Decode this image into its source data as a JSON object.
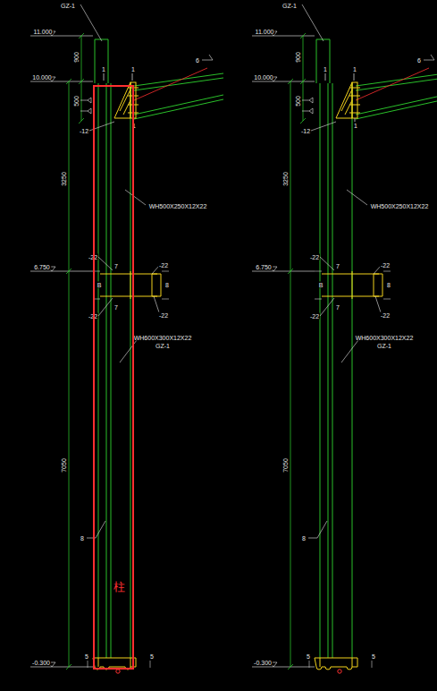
{
  "diagram": {
    "nodes": [
      {
        "text": [
          "柱"
        ]
      }
    ],
    "labels": [
      "GZ-1",
      "11.000",
      "900",
      "10.000",
      "500",
      "1",
      "1",
      "6",
      "-12",
      "1",
      "3250",
      "WH500X250X12X22",
      "6.750",
      "-22",
      "7",
      "-22",
      "B",
      "8",
      "-22",
      "7",
      "-22",
      "WH600X300X12X22",
      "GZ-1",
      "7050",
      "8",
      "-0.300",
      "5",
      "5",
      "GZ-1",
      "11.000",
      "900",
      "10.000",
      "500",
      "1",
      "1",
      "6",
      "-12",
      "1",
      "3250",
      "WH500X250X12X22",
      "6.750",
      "-22",
      "7",
      "-22",
      "B",
      "8",
      "-22",
      "7",
      "-22",
      "WH600X300X12X22",
      "GZ-1",
      "7050",
      "8",
      "-0.300",
      "5",
      "5"
    ]
  }
}
